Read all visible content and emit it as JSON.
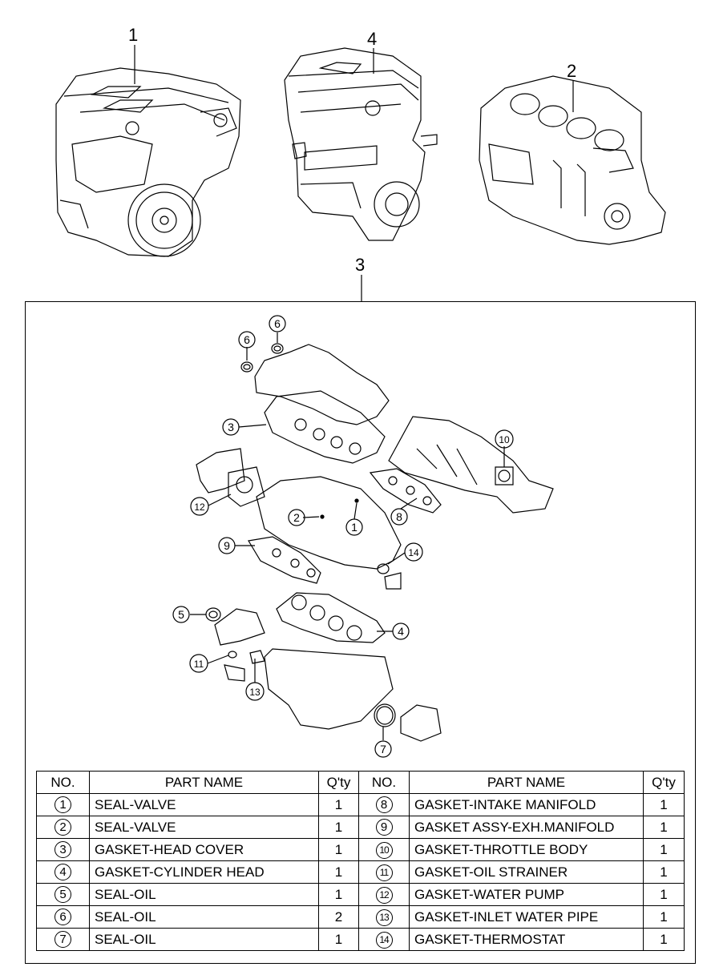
{
  "assemblies": [
    {
      "no": "1"
    },
    {
      "no": "4"
    },
    {
      "no": "2"
    },
    {
      "no": "3"
    }
  ],
  "callouts": [
    "6",
    "6",
    "3",
    "10",
    "12",
    "2",
    "1",
    "8",
    "9",
    "14",
    "5",
    "4",
    "11",
    "13",
    "7"
  ],
  "table": {
    "headers": [
      "NO.",
      "PART NAME",
      "Q'ty",
      "NO.",
      "PART NAME",
      "Q'ty"
    ],
    "rows": [
      {
        "no_a": "1",
        "name_a": "SEAL-VALVE",
        "qty_a": "1",
        "no_b": "8",
        "name_b": "GASKET-INTAKE MANIFOLD",
        "qty_b": "1"
      },
      {
        "no_a": "2",
        "name_a": "SEAL-VALVE",
        "qty_a": "1",
        "no_b": "9",
        "name_b": "GASKET ASSY-EXH.MANIFOLD",
        "qty_b": "1"
      },
      {
        "no_a": "3",
        "name_a": "GASKET-HEAD COVER",
        "qty_a": "1",
        "no_b": "10",
        "name_b": "GASKET-THROTTLE BODY",
        "qty_b": "1"
      },
      {
        "no_a": "4",
        "name_a": "GASKET-CYLINDER HEAD",
        "qty_a": "1",
        "no_b": "11",
        "name_b": "GASKET-OIL STRAINER",
        "qty_b": "1"
      },
      {
        "no_a": "5",
        "name_a": "SEAL-OIL",
        "qty_a": "1",
        "no_b": "12",
        "name_b": "GASKET-WATER PUMP",
        "qty_b": "1"
      },
      {
        "no_a": "6",
        "name_a": "SEAL-OIL",
        "qty_a": "2",
        "no_b": "13",
        "name_b": "GASKET-INLET WATER PIPE",
        "qty_b": "1"
      },
      {
        "no_a": "7",
        "name_a": "SEAL-OIL",
        "qty_a": "1",
        "no_b": "14",
        "name_b": "GASKET-THERMOSTAT",
        "qty_b": "1"
      }
    ]
  }
}
